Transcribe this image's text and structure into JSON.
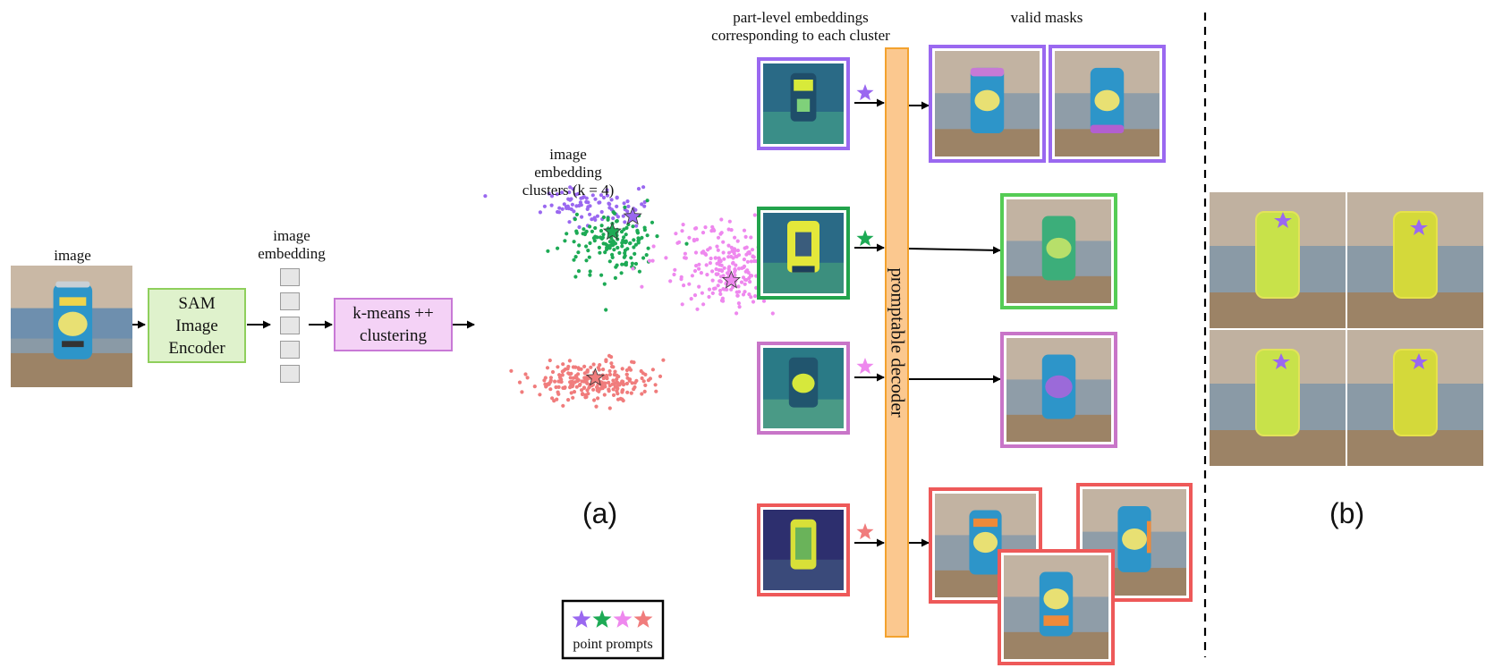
{
  "labels": {
    "image": "image",
    "image_embedding": "image\nembedding",
    "sam_encoder": "SAM\nImage\nEncoder",
    "kmeans": "k-means ++\nclustering",
    "clusters": "image\nembedding\nclusters (k = 4)",
    "part_level": "part-level embeddings\ncorresponding to each cluster",
    "valid_masks": "valid masks",
    "decoder": "promptable decoder",
    "point_prompts": "point prompts",
    "sub_a": "(a)",
    "sub_b": "(b)"
  },
  "colors": {
    "purple": "#9a68f0",
    "green": "#1daa55",
    "pink": "#ee88ee",
    "red": "#f07c7c",
    "encoder_fill": "#dff2cc",
    "encoder_border": "#8fcf5c",
    "kmeans_fill": "#f4d2f6",
    "kmeans_border": "#c879d6",
    "decoder_fill": "#fbc88f",
    "decoder_border": "#f3a22e",
    "box_purple": "#9a68f0",
    "box_green": "#22a34c",
    "box_pink": "#c875c8",
    "box_red": "#ee5959",
    "box_lightgreen": "#55cc55"
  },
  "clusters": [
    {
      "name": "purple",
      "color": "#9a68f0",
      "center": [
        0.8,
        3.8
      ],
      "spread": [
        1.4,
        0.55
      ],
      "count": 90
    },
    {
      "name": "green",
      "color": "#1daa55",
      "center": [
        1.3,
        2.6
      ],
      "spread": [
        1.2,
        0.9
      ],
      "count": 150
    },
    {
      "name": "pink",
      "color": "#ee88ee",
      "center": [
        4.6,
        1.9
      ],
      "spread": [
        1.5,
        1.2
      ],
      "count": 220
    },
    {
      "name": "red",
      "color": "#f07c7c",
      "center": [
        0.7,
        -1.9
      ],
      "spread": [
        1.5,
        0.6
      ],
      "count": 230
    }
  ],
  "centroids": [
    {
      "name": "purple-star",
      "color": "#9a68f0",
      "x": 1.9,
      "y": 3.5
    },
    {
      "name": "green-star",
      "color": "#1daa55",
      "x": 1.3,
      "y": 3.0
    },
    {
      "name": "pink-star",
      "color": "#ee88ee",
      "x": 4.8,
      "y": 1.4
    },
    {
      "name": "red-star",
      "color": "#f07c7c",
      "x": 0.8,
      "y": -1.8
    }
  ]
}
